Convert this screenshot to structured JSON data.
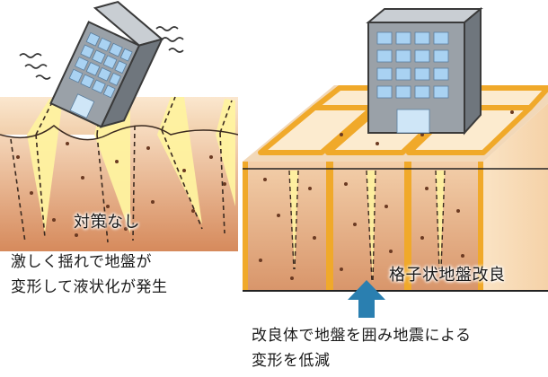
{
  "left": {
    "label": "対策なし",
    "caption_line1": "激しく揺れで地盤が",
    "caption_line2": "変形して液状化が発生"
  },
  "right": {
    "label": "格子状地盤改良",
    "caption_line1": "改良体で地盤を囲み地震による",
    "caption_line2": "変形を低減"
  },
  "colors": {
    "soil_top": "#f6dcc2",
    "soil_bottom": "#d98a5a",
    "grid_wall": "#f0a92a",
    "liquefaction": "#fff3a0",
    "building": "#9aa1a8",
    "window": "#a9d2f2",
    "arrow": "#2a7fb0"
  },
  "icons": {
    "tilted_building": "office-building-icon",
    "upright_building": "office-building-icon",
    "shake_marks": "vibration-icon",
    "up_arrow": "arrow-up-icon"
  }
}
